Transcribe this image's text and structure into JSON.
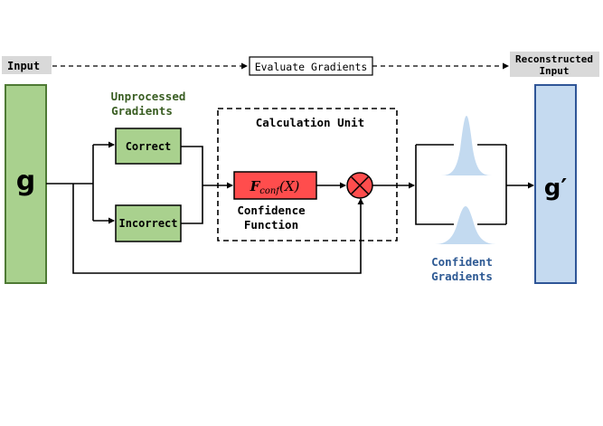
{
  "labels": {
    "input": "Input",
    "evaluate": "Evaluate Gradients",
    "reconstructed_line1": "Reconstructed",
    "reconstructed_line2": "Input",
    "unprocessed_line1": "Unprocessed",
    "unprocessed_line2": "Gradients",
    "correct": "Correct",
    "incorrect": "Incorrect",
    "calc_unit": "Calculation Unit",
    "fconf_main": "F",
    "fconf_sub": "conf",
    "fconf_arg": "(X)",
    "confidence_line1": "Confidence",
    "confidence_line2": "Function",
    "g_in": "g",
    "g_out": "g′",
    "confident_line1": "Confident",
    "confident_line2": "Gradients"
  },
  "colors": {
    "green_fill": "#a9d18e",
    "green_stroke": "#4e7a34",
    "green_text": "#3a5e23",
    "blue_fill": "#c5daf0",
    "blue_stroke": "#2f5597",
    "blue_text": "#2e5a94",
    "red_fill": "#ff4d4d",
    "gray_fill": "#d9d9d9",
    "bell_fill": "#bcd6ee"
  }
}
